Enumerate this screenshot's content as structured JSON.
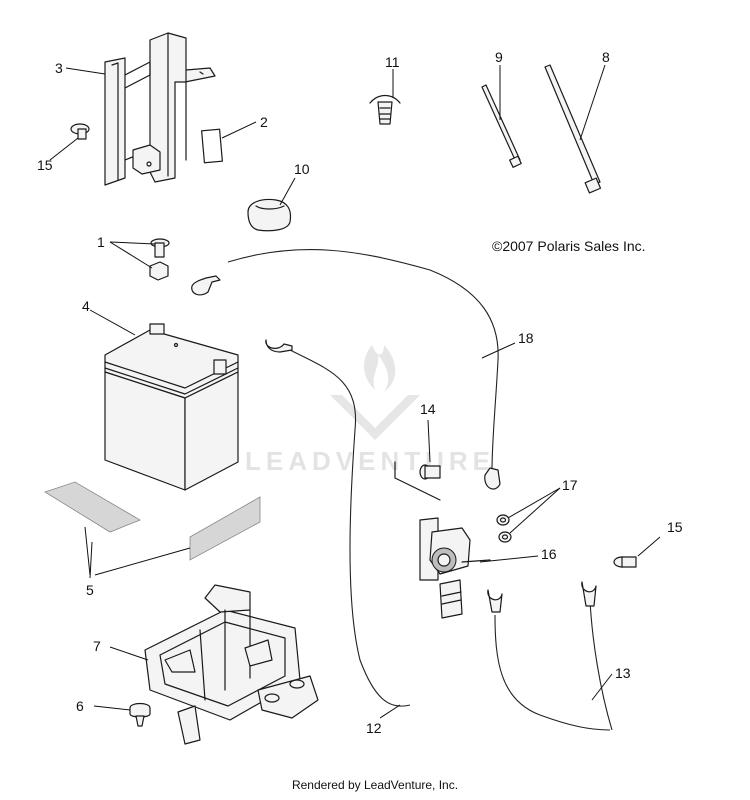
{
  "copyright": "©2007 Polaris Sales Inc.",
  "watermark": "LEADVENTURE",
  "footer": "Rendered by LeadVenture, Inc.",
  "callouts": {
    "c1": "1",
    "c2": "2",
    "c3": "3",
    "c4": "4",
    "c5": "5",
    "c6": "6",
    "c7": "7",
    "c8": "8",
    "c9": "9",
    "c10": "10",
    "c11": "11",
    "c12": "12",
    "c13": "13",
    "c14": "14",
    "c15a": "15",
    "c15b": "15",
    "c16": "16",
    "c17": "17",
    "c18": "18"
  }
}
